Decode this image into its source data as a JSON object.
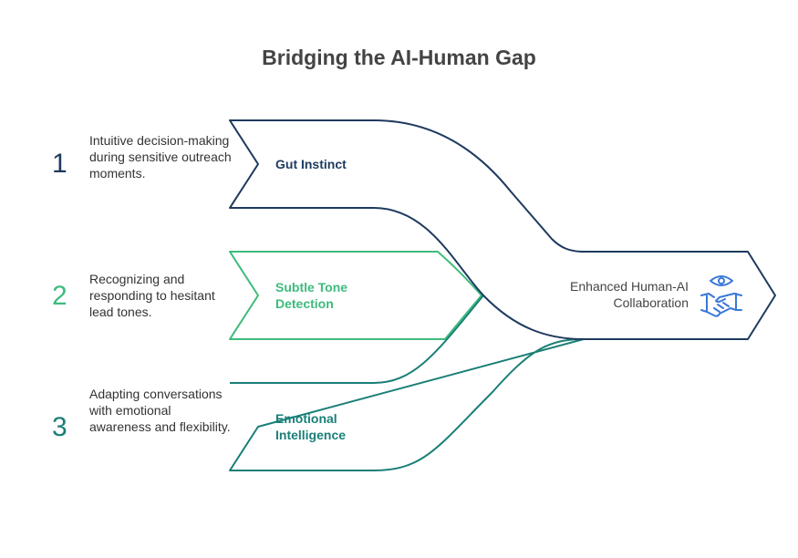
{
  "title": "Bridging the AI-Human Gap",
  "colors": {
    "navy": "#1e3a5f",
    "green": "#3dbb7d",
    "teal": "#1a7f77",
    "icon": "#3a78d8"
  },
  "items": [
    {
      "number": "1",
      "description": "Intuitive decision-making during sensitive outreach moments.",
      "label_line1": "Gut Instinct",
      "label_line2": ""
    },
    {
      "number": "2",
      "description": "Recognizing and responding to hesitant lead tones.",
      "label_line1": "Subtle Tone",
      "label_line2": "Detection"
    },
    {
      "number": "3",
      "description": "Adapting conversations with emotional awareness and flexibility.",
      "label_line1": "Emotional",
      "label_line2": "Intelligence"
    }
  ],
  "target": {
    "line1": "Enhanced Human-AI",
    "line2": "Collaboration",
    "icon": "eye-handshake-icon"
  }
}
